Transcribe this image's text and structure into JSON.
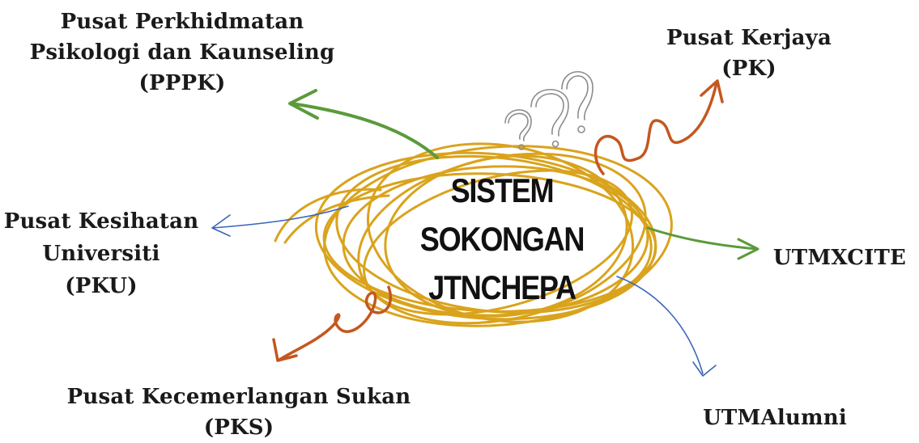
{
  "center": {
    "lines": [
      "SISTEM",
      "SOKONGAN",
      "JTNCHEPA"
    ]
  },
  "nodes": {
    "pppk": {
      "lines": [
        "Pusat Perkhidmatan",
        "Psikologi dan Kaunseling",
        "(PPPK)"
      ]
    },
    "pk": {
      "lines": [
        "Pusat Kerjaya",
        "(PK)"
      ]
    },
    "pku": {
      "lines": [
        "Pusat Kesihatan",
        "Universiti",
        "(PKU)"
      ]
    },
    "utmxcite": {
      "lines": [
        "UTMXCITE"
      ]
    },
    "pks": {
      "lines": [
        "Pusat Kecemerlangan Sukan",
        "(PKS)"
      ]
    },
    "utmalumni": {
      "lines": [
        "UTMAlumni"
      ]
    }
  },
  "colors": {
    "scribble": "#d9a31c",
    "green_arrow": "#5b9a3c",
    "orange_arrow": "#c4571f",
    "blue_arrow": "#3a66b8",
    "question_marks": "#8c8c8c",
    "text": "#1a1a1a"
  },
  "icons": [
    "question-marks-icon"
  ]
}
